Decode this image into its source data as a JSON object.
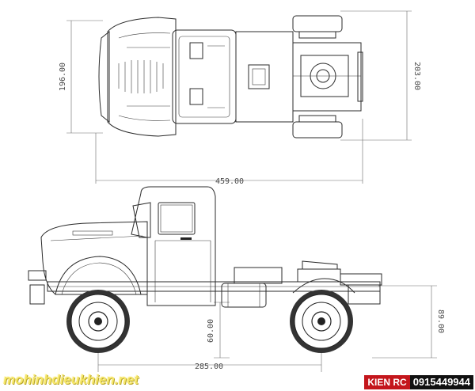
{
  "dimensions": {
    "top_width": "196.00",
    "top_total_width": "203.00",
    "overall_length": "459.00",
    "wheelbase": "285.00",
    "frame_height": "60.00",
    "overall_height": "89.00"
  },
  "watermark": {
    "site": "mohinhdieukhien.net"
  },
  "brand": {
    "logo": "KIEN RC",
    "phone": "0915449944"
  },
  "colors": {
    "line": "#2b2b2b",
    "watermark": "#f6e76a",
    "brand_red": "#c4161c",
    "brand_dark": "#111111"
  }
}
